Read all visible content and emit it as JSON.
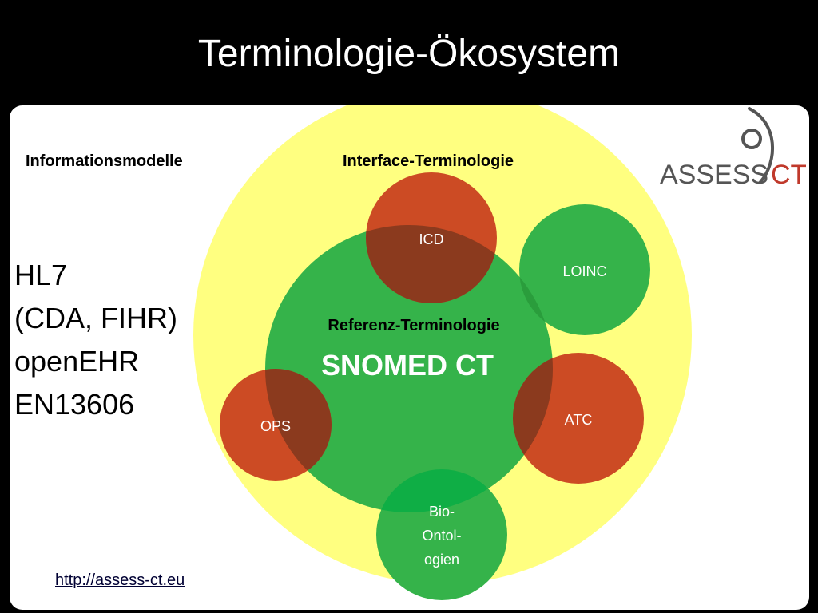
{
  "title": "Terminologie-Ökosystem",
  "labels": {
    "information_models": "Informationsmodelle",
    "interface_terminology": "Interface-Terminologie",
    "reference_terminology": "Referenz-Terminologie",
    "core": "SNOMED CT"
  },
  "models": [
    "HL7",
    "(CDA, FIHR)",
    "openEHR",
    "EN13606"
  ],
  "nodes": [
    {
      "name": "icd",
      "label": "ICD",
      "color": "#cc4b24"
    },
    {
      "name": "loinc",
      "label": "LOINC",
      "color": "#35b34a"
    },
    {
      "name": "atc",
      "label": "ATC",
      "color": "#cc4b24"
    },
    {
      "name": "ops",
      "label": "OPS",
      "color": "#cc4b24"
    },
    {
      "name": "bio-ontologies",
      "label_lines": [
        "Bio-",
        "Ontol-",
        "ogien"
      ],
      "color": "#35b34a"
    }
  ],
  "logo": {
    "text_left": "ASSESS",
    "text_right": "CT",
    "color_left": "#555555",
    "color_right": "#c0392b"
  },
  "url": "http://assess-ct.eu",
  "colors": {
    "outer": "#ffff80",
    "core": "#35b34a",
    "overlap": "#8b3a1e"
  }
}
